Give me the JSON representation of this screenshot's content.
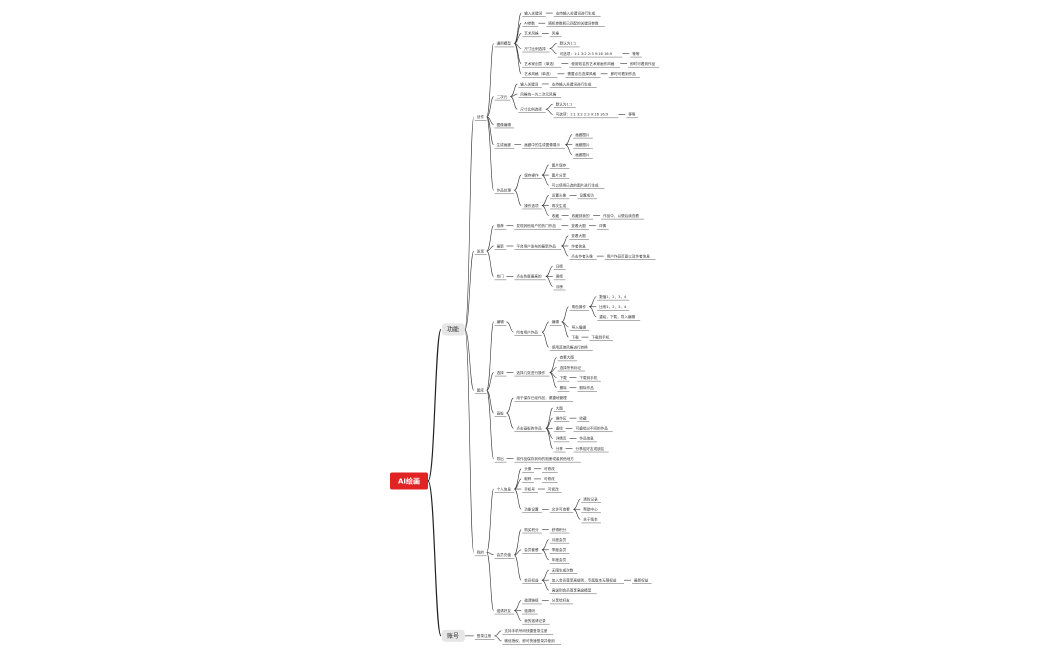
{
  "mindmap": {
    "root": "AI绘画",
    "branches": [
      {
        "label": "功能",
        "children": [
          {
            "label": "创作",
            "children": [
              {
                "label": "通用模型",
                "children": [
                  {
                    "label": "输入关键词",
                    "children": [
                      {
                        "label": "支持输入关键词进行生成"
                      }
                    ]
                  },
                  {
                    "label": "AI参数",
                    "children": [
                      {
                        "label": "随机参数和已匹配的关键词参数"
                      }
                    ]
                  },
                  {
                    "label": "艺术风格",
                    "children": [
                      {
                        "label": "风格"
                      }
                    ]
                  },
                  {
                    "label": "尺寸比例选择",
                    "children": [
                      {
                        "label": "默认为1:1"
                      },
                      {
                        "label": "可选项：1:1 3:2 2:3 9:16 16:9",
                        "children": [
                          {
                            "label": "等等"
                          }
                        ]
                      }
                    ]
                  },
                  {
                    "label": "艺术家创意（单选）",
                    "children": [
                      {
                        "label": "使用知名的艺术家画作风格",
                        "children": [
                          {
                            "label": "即时可看到作品"
                          }
                        ]
                      }
                    ]
                  },
                  {
                    "label": "艺术风格（单选）",
                    "children": [
                      {
                        "label": "需要点击选择风格",
                        "children": [
                          {
                            "label": "即时可看到作品"
                          }
                        ]
                      }
                    ]
                  }
                ]
              },
              {
                "label": "二次元",
                "children": [
                  {
                    "label": "输入关键词",
                    "children": [
                      {
                        "label": "支持输入关键词进行生成"
                      }
                    ]
                  },
                  {
                    "label": "风格统一为二次元风格"
                  },
                  {
                    "label": "尺寸比例选择",
                    "children": [
                      {
                        "label": "默认为1:1"
                      },
                      {
                        "label": "可选项：1:1 3:2 2:3 9:16 16:9",
                        "children": [
                          {
                            "label": "等等"
                          }
                        ]
                      }
                    ]
                  }
                ]
              },
              {
                "label": "图像编辑"
              },
              {
                "label": "生成画廊",
                "children": [
                  {
                    "label": "画廊中的生成图像展示",
                    "children": [
                      {
                        "label": "画廊图片"
                      },
                      {
                        "label": "画廊图片"
                      },
                      {
                        "label": "画廊图片"
                      }
                    ]
                  }
                ]
              },
              {
                "label": "作品处理",
                "children": [
                  {
                    "label": "保存操作",
                    "children": [
                      {
                        "label": "图片保存"
                      },
                      {
                        "label": "图片分享"
                      },
                      {
                        "label": "可以使用已选的图片进行生成"
                      }
                    ]
                  },
                  {
                    "label": "操作选项",
                    "children": [
                      {
                        "label": "设置头像",
                        "children": [
                          {
                            "label": "设置成功"
                          }
                        ]
                      },
                      {
                        "label": "再次生成"
                      },
                      {
                        "label": "收藏",
                        "children": [
                          {
                            "label": "收藏到我的",
                            "children": [
                              {
                                "label": "作品中，以便后续查看"
                              }
                            ]
                          }
                        ]
                      }
                    ]
                  }
                ]
              }
            ]
          },
          {
            "label": "发现",
            "children": [
              {
                "label": "推荐",
                "children": [
                  {
                    "label": "发现其他用户的热门作品",
                    "children": [
                      {
                        "label": "查看大图",
                        "children": [
                          {
                            "label": "详情"
                          }
                        ]
                      }
                    ]
                  }
                ]
              },
              {
                "label": "最新",
                "children": [
                  {
                    "label": "平台用户发布的最新作品",
                    "children": [
                      {
                        "label": "查看大图"
                      },
                      {
                        "label": "作者信息"
                      },
                      {
                        "label": "点击作者头像",
                        "children": [
                          {
                            "label": "用户作品页面以及作者信息"
                          }
                        ]
                      }
                    ]
                  }
                ]
              },
              {
                "label": "热门",
                "children": [
                  {
                    "label": "点击热度最高的",
                    "children": [
                      {
                        "label": "日榜"
                      },
                      {
                        "label": "周榜"
                      },
                      {
                        "label": "月榜"
                      }
                    ]
                  }
                ]
              }
            ]
          },
          {
            "label": "图库",
            "children": [
              {
                "label": "编辑",
                "children": [
                  {
                    "label": "所有用户作品",
                    "children": [
                      {
                        "label": "编辑",
                        "children": [
                          {
                            "label": "角色操作",
                            "children": [
                              {
                                "label": "数值1，2，3，4"
                              },
                              {
                                "label": "比例1，2，3，4"
                              },
                              {
                                "label": "重绘，下载，导入编辑"
                              }
                            ]
                          },
                          {
                            "label": "导入编辑"
                          },
                          {
                            "label": "下载",
                            "children": [
                              {
                                "label": "下载到手机"
                              }
                            ]
                          }
                        ]
                      },
                      {
                        "label": "使用其他风格进行转换"
                      }
                    ]
                  }
                ]
              },
              {
                "label": "选择",
                "children": [
                  {
                    "label": "选择几张进行操作",
                    "children": [
                      {
                        "label": "查看大图"
                      },
                      {
                        "label": "选择所有标记"
                      },
                      {
                        "label": "下载",
                        "children": [
                          {
                            "label": "下载到手机"
                          }
                        ]
                      },
                      {
                        "label": "删除",
                        "children": [
                          {
                            "label": "删除作品"
                          }
                        ]
                      }
                    ]
                  }
                ]
              },
              {
                "label": "画板",
                "children": [
                  {
                    "label": "用于保存已经作品，便捷地管理"
                  },
                  {
                    "label": "点击画板的作品",
                    "children": [
                      {
                        "label": "大图"
                      },
                      {
                        "label": "操作区",
                        "children": [
                          {
                            "label": "收藏"
                          }
                        ]
                      },
                      {
                        "label": "重绘",
                        "children": [
                          {
                            "label": "可重绘出不同的作品"
                          }
                        ]
                      },
                      {
                        "label": "详情页",
                        "children": [
                          {
                            "label": "作品信息"
                          }
                        ]
                      },
                      {
                        "label": "分享",
                        "children": [
                          {
                            "label": "分享给好友或朋友"
                          }
                        ]
                      }
                    ]
                  }
                ]
              },
              {
                "label": "导出",
                "children": [
                  {
                    "label": "将作品保存到你的相册或者其他地方"
                  }
                ]
              }
            ]
          },
          {
            "label": "我的",
            "children": [
              {
                "label": "个人信息",
                "children": [
                  {
                    "label": "头像",
                    "children": [
                      {
                        "label": "可修改"
                      }
                    ]
                  },
                  {
                    "label": "昵称",
                    "children": [
                      {
                        "label": "可修改"
                      }
                    ]
                  },
                  {
                    "label": "手机号",
                    "children": [
                      {
                        "label": "可修改"
                      }
                    ]
                  },
                  {
                    "label": "功能设置",
                    "children": [
                      {
                        "label": "允许可查看",
                        "children": [
                          {
                            "label": "清除记录"
                          },
                          {
                            "label": "帮助中心"
                          },
                          {
                            "label": "关于版本"
                          }
                        ]
                      }
                    ]
                  }
                ]
              },
              {
                "label": "会员充值",
                "children": [
                  {
                    "label": "购买积分",
                    "children": [
                      {
                        "label": "获得积分"
                      }
                    ]
                  },
                  {
                    "label": "会员套餐",
                    "children": [
                      {
                        "label": "月度会员"
                      },
                      {
                        "label": "季度会员"
                      },
                      {
                        "label": "年度会员"
                      }
                    ]
                  },
                  {
                    "label": "会员权益",
                    "children": [
                      {
                        "label": "无限生成次数"
                      },
                      {
                        "label": "加入会员尊享高级别，专属版本无限权益",
                        "children": [
                          {
                            "label": "最新权益"
                          }
                        ]
                      },
                      {
                        "label": "高级别会员尊享高级模型"
                      }
                    ]
                  }
                ]
              },
              {
                "label": "邀请好友",
                "children": [
                  {
                    "label": "邀请链接",
                    "children": [
                      {
                        "label": "分享给好友"
                      }
                    ]
                  },
                  {
                    "label": "邀请码"
                  },
                  {
                    "label": "我的邀请记录"
                  }
                ]
              }
            ]
          }
        ]
      },
      {
        "label": "账号",
        "children": [
          {
            "label": "登录注册",
            "children": [
              {
                "label": "支持手机号码快捷登录注册"
              },
              {
                "label": "微信授权，即可快速登录并使用"
              }
            ]
          }
        ]
      }
    ]
  }
}
